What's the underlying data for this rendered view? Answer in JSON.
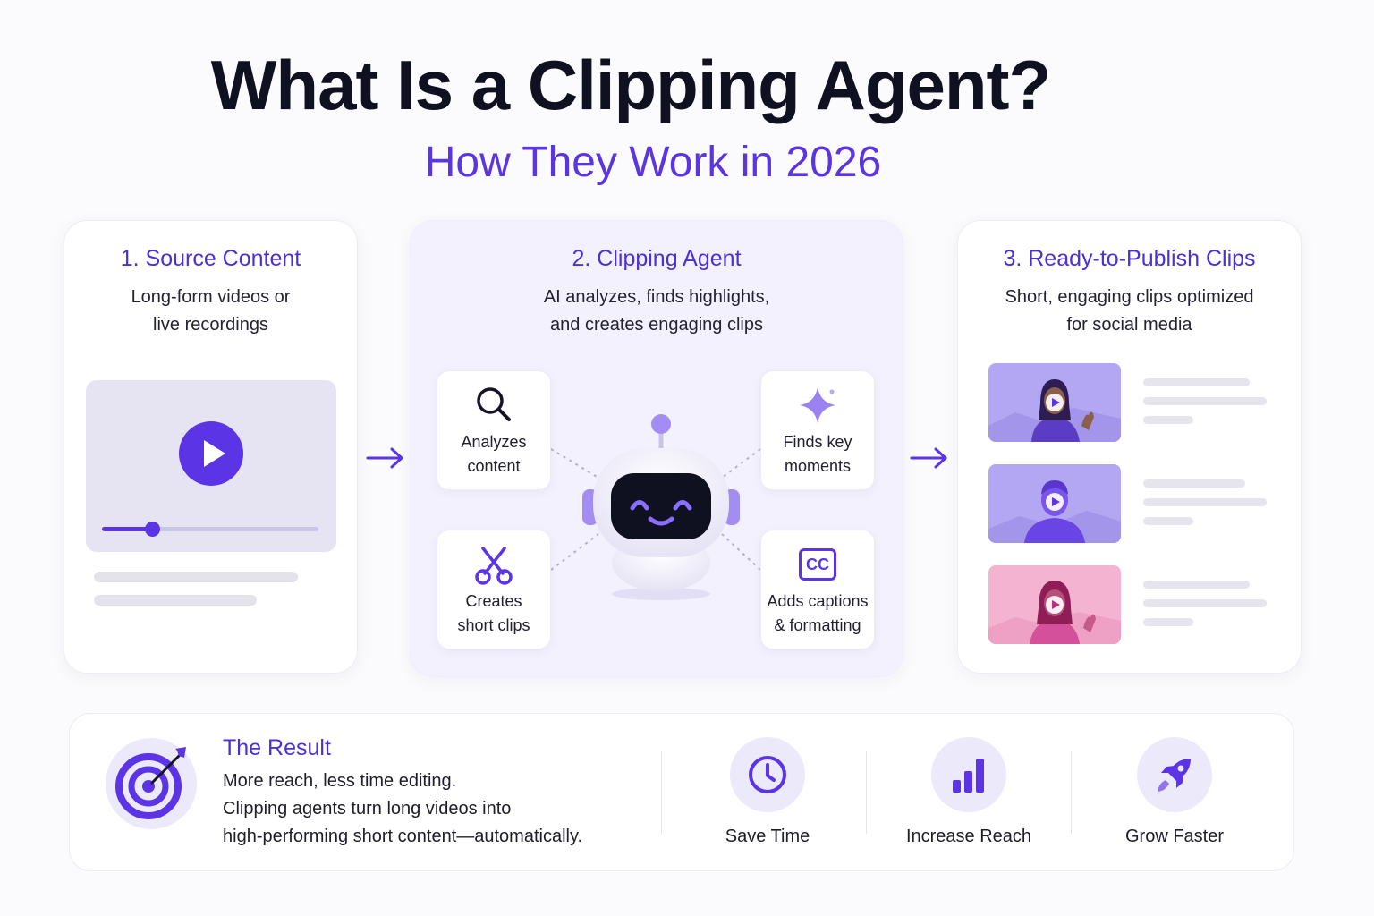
{
  "header": {
    "title": "What Is a Clipping Agent?",
    "subtitle": "How They Work in 2026"
  },
  "steps": [
    {
      "title": "1. Source Content",
      "description": [
        "Long-form videos or",
        "live recordings"
      ]
    },
    {
      "title": "2. Clipping Agent",
      "description": [
        "AI analyzes, finds highlights,",
        "and creates engaging clips"
      ]
    },
    {
      "title": "3. Ready-to-Publish Clips",
      "description": [
        "Short, engaging clips optimized",
        "for social media"
      ]
    }
  ],
  "source_video": {
    "progress": 0.23,
    "icon": "play-icon"
  },
  "agent_features": [
    {
      "icon": "search-icon",
      "label": [
        "Analyzes",
        "content"
      ]
    },
    {
      "icon": "sparkle-icon",
      "label": [
        "Finds key",
        "moments"
      ]
    },
    {
      "icon": "scissors-icon",
      "label": [
        "Creates",
        "short clips"
      ]
    },
    {
      "icon": "captions-icon",
      "label": [
        "Adds captions",
        "& formatting"
      ]
    }
  ],
  "agent_icon": "robot-icon",
  "caption_badge": "CC",
  "result": {
    "title": "The Result",
    "text": [
      "More reach, less time editing.",
      "Clipping agents turn long videos into",
      "high-performing short content—automatically."
    ],
    "icon": "target-icon"
  },
  "benefits": [
    {
      "icon": "clock-icon",
      "label": "Save Time"
    },
    {
      "icon": "bar-chart-icon",
      "label": "Increase Reach"
    },
    {
      "icon": "rocket-icon",
      "label": "Grow Faster"
    }
  ],
  "colors": {
    "accent": "#5b34e6",
    "heading": "#4d2fd8",
    "clip_purple": "#a99cf0",
    "clip_pink": "#f1a6c9"
  }
}
